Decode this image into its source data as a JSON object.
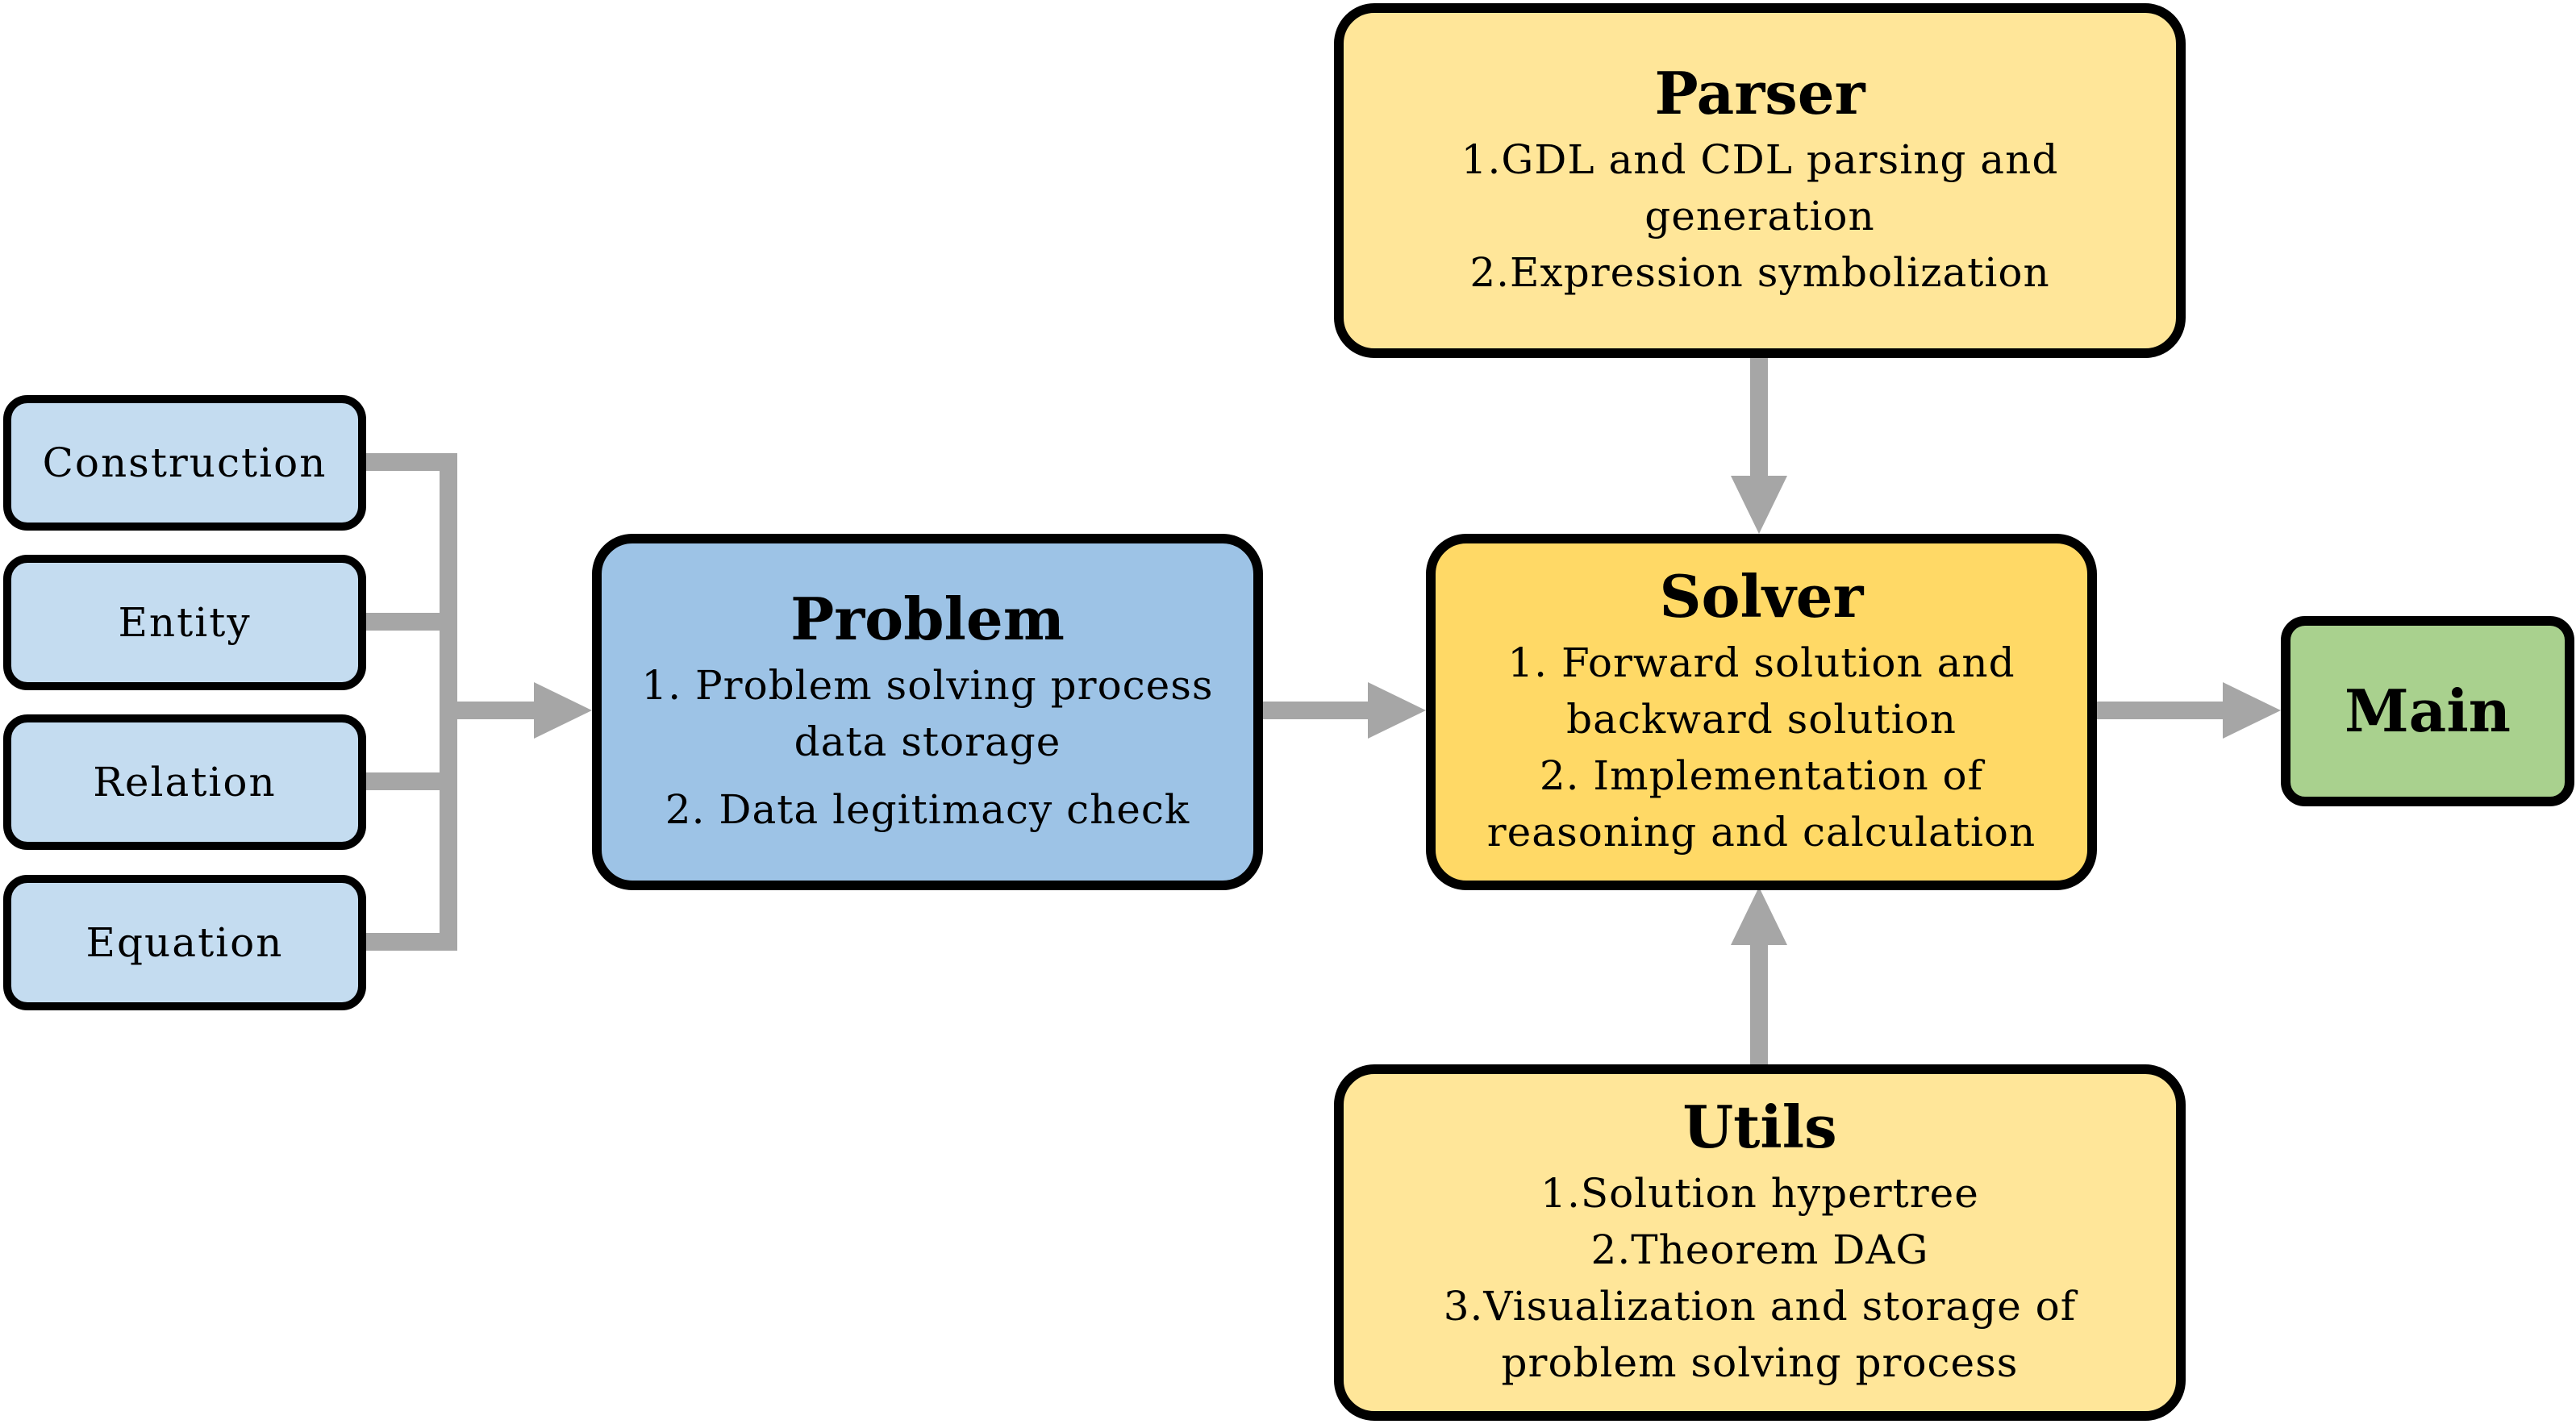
{
  "colors": {
    "light_blue": "#C4DCF0",
    "medium_blue": "#9DC3E6",
    "light_yellow": "#FFE699",
    "gold": "#FFD966",
    "green": "#A9D18E",
    "connector_gray": "#A6A6A6",
    "border": "#000000"
  },
  "components": {
    "construction": "Construction",
    "entity": "Entity",
    "relation": "Relation",
    "equation": "Equation"
  },
  "problem": {
    "title": "Problem",
    "lines": [
      "1. Problem solving process",
      "data storage",
      "2. Data legitimacy check"
    ]
  },
  "parser": {
    "title": "Parser",
    "lines": [
      "1.GDL and CDL parsing and",
      "generation",
      "2.Expression symbolization"
    ]
  },
  "solver": {
    "title": "Solver",
    "lines": [
      "1. Forward solution and",
      "backward solution",
      "2. Implementation of",
      "reasoning and calculation"
    ]
  },
  "utils": {
    "title": "Utils",
    "lines": [
      "1.Solution hypertree",
      "2.Theorem DAG",
      "3.Visualization and storage of",
      "problem solving process"
    ]
  },
  "main": {
    "title": "Main"
  }
}
